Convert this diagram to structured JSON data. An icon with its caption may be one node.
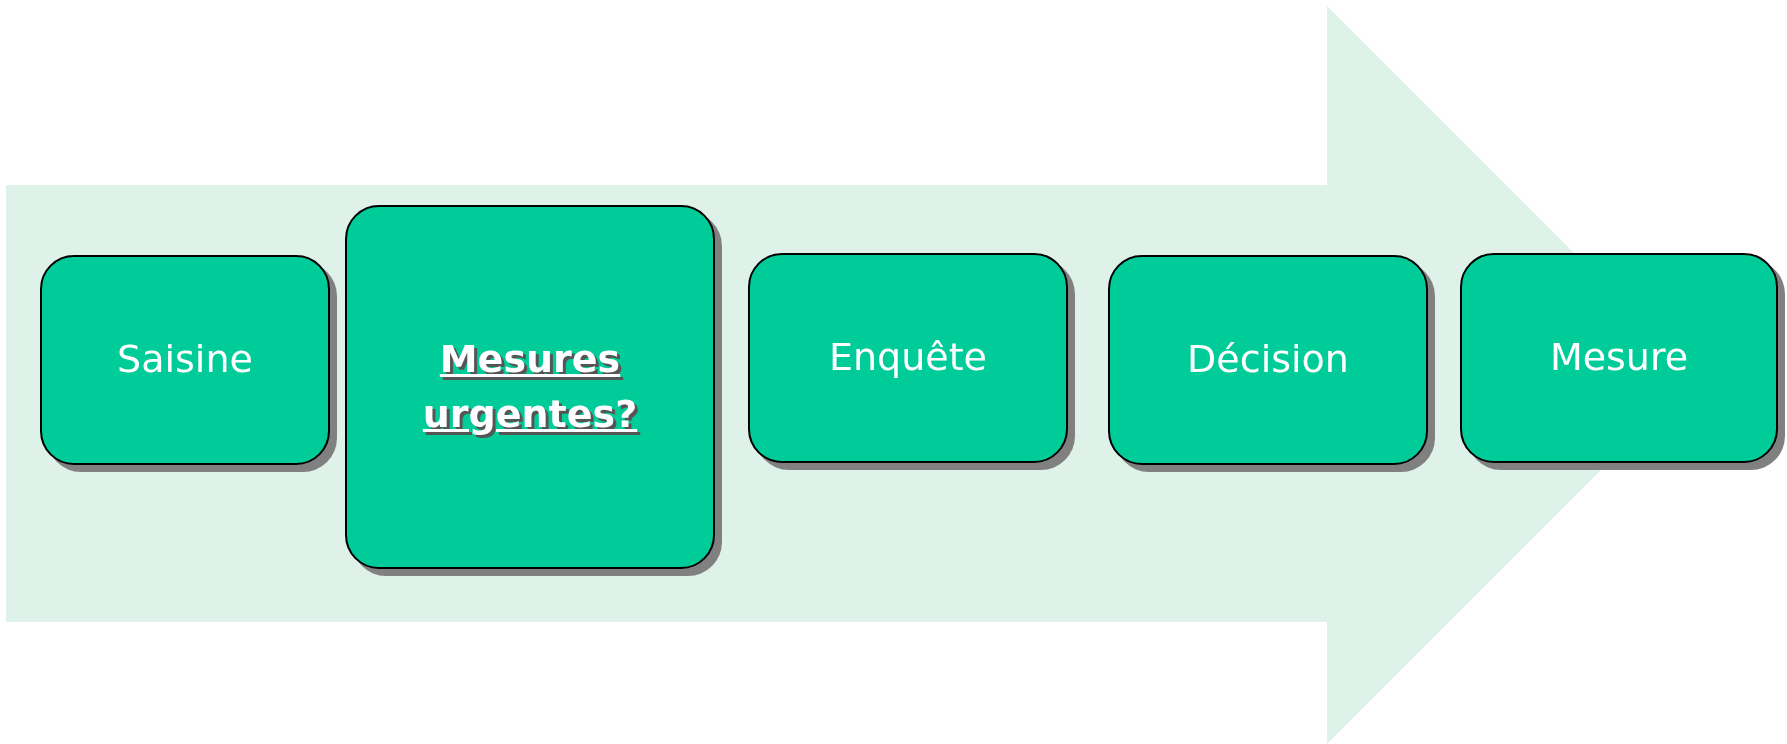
{
  "diagram": {
    "nodes": [
      {
        "text": [
          "Saisine"
        ]
      },
      {
        "text": [
          "Mesures urgentes?"
        ]
      },
      {
        "text": [
          "Enquête"
        ]
      },
      {
        "text": [
          "Décision"
        ]
      },
      {
        "text": [
          "Mesure"
        ]
      }
    ],
    "edges": [
      {
        "from": 0,
        "to": 4,
        "arrow": "to"
      }
    ]
  }
}
